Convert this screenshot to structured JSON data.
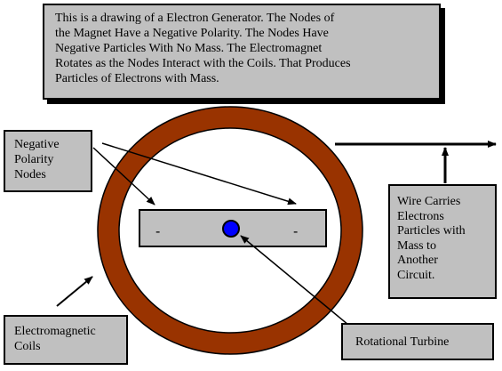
{
  "description": {
    "lines": [
      "This is a drawing of a Electron Generator.  The Nodes of",
      "the Magnet Have a Negative Polarity.  The Nodes Have",
      "Negative Particles With No Mass.  The Electromagnet",
      "Rotates as the Nodes Interact with the Coils. That Produces",
      "Particles of Electrons with Mass."
    ]
  },
  "labels": {
    "nodes": [
      "Negative",
      "Polarity",
      "Nodes"
    ],
    "wire": [
      "Wire Carries",
      "Electrons",
      "Particles with",
      "Mass to",
      "Another",
      "Circuit."
    ],
    "coils": [
      "Electromagnetic",
      "Coils"
    ],
    "turbine": "Rotational Turbine"
  },
  "magnet": {
    "left_node": "-",
    "right_node": "-"
  },
  "colors": {
    "coil_ring": "#993300",
    "box_fill": "#c0c0c0",
    "turbine_dot": "#0000ff",
    "outline": "#000000"
  }
}
